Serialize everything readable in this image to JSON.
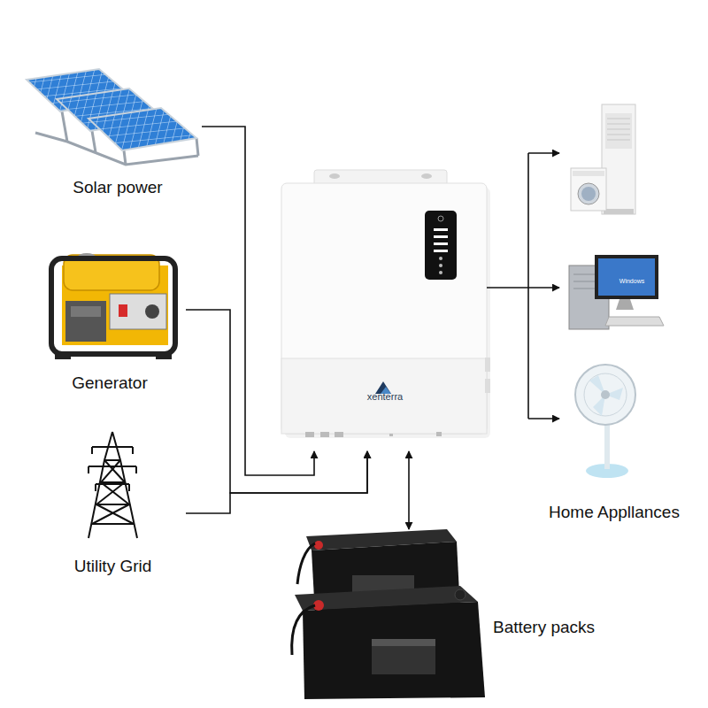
{
  "diagram": {
    "nodes": [
      {
        "text": [
          "Solar power"
        ]
      },
      {
        "text": [
          "Generator"
        ]
      },
      {
        "text": [
          "Utility Grid"
        ]
      },
      {
        "text": [
          "xenterra"
        ]
      },
      {
        "text": [
          "Home Appllances"
        ]
      },
      {
        "text": [
          "Battery packs"
        ]
      }
    ],
    "edges": [
      {
        "from": 0,
        "to": 3,
        "arrow": "to"
      },
      {
        "from": 1,
        "to": 3,
        "arrow": "to"
      },
      {
        "from": 2,
        "to": 3,
        "arrow": "to"
      },
      {
        "from": 3,
        "to": 4,
        "arrow": "to"
      },
      {
        "from": 3,
        "to": 5,
        "arrow": "both"
      }
    ],
    "labels": [
      "Windows"
    ]
  }
}
